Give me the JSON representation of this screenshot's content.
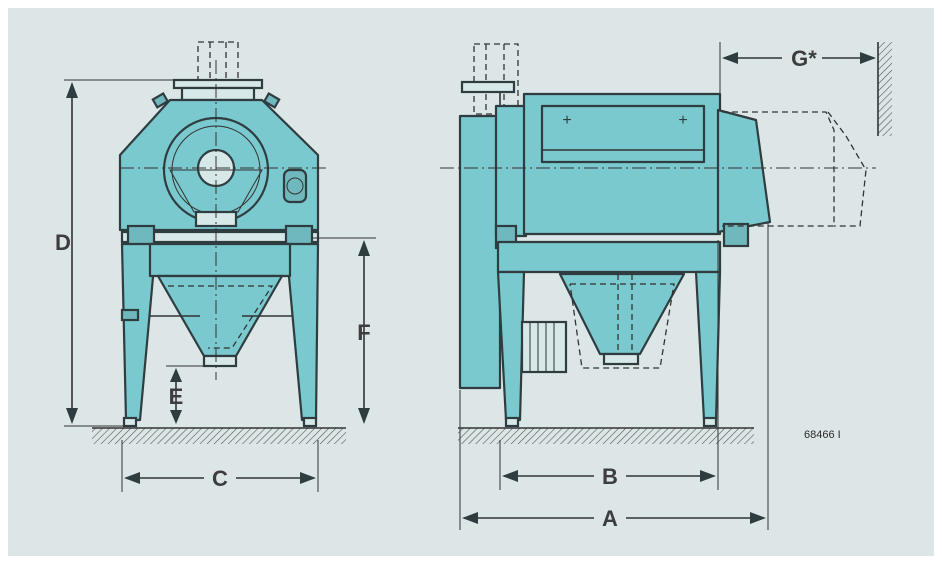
{
  "labels": {
    "A": "A",
    "B": "B",
    "C": "C",
    "D": "D",
    "E": "E",
    "F": "F",
    "G": "G*"
  },
  "reference_number": "68466 I",
  "colors": {
    "background": "#dde6e6",
    "machine": "#79c9ce",
    "outline": "#2f3c40"
  }
}
